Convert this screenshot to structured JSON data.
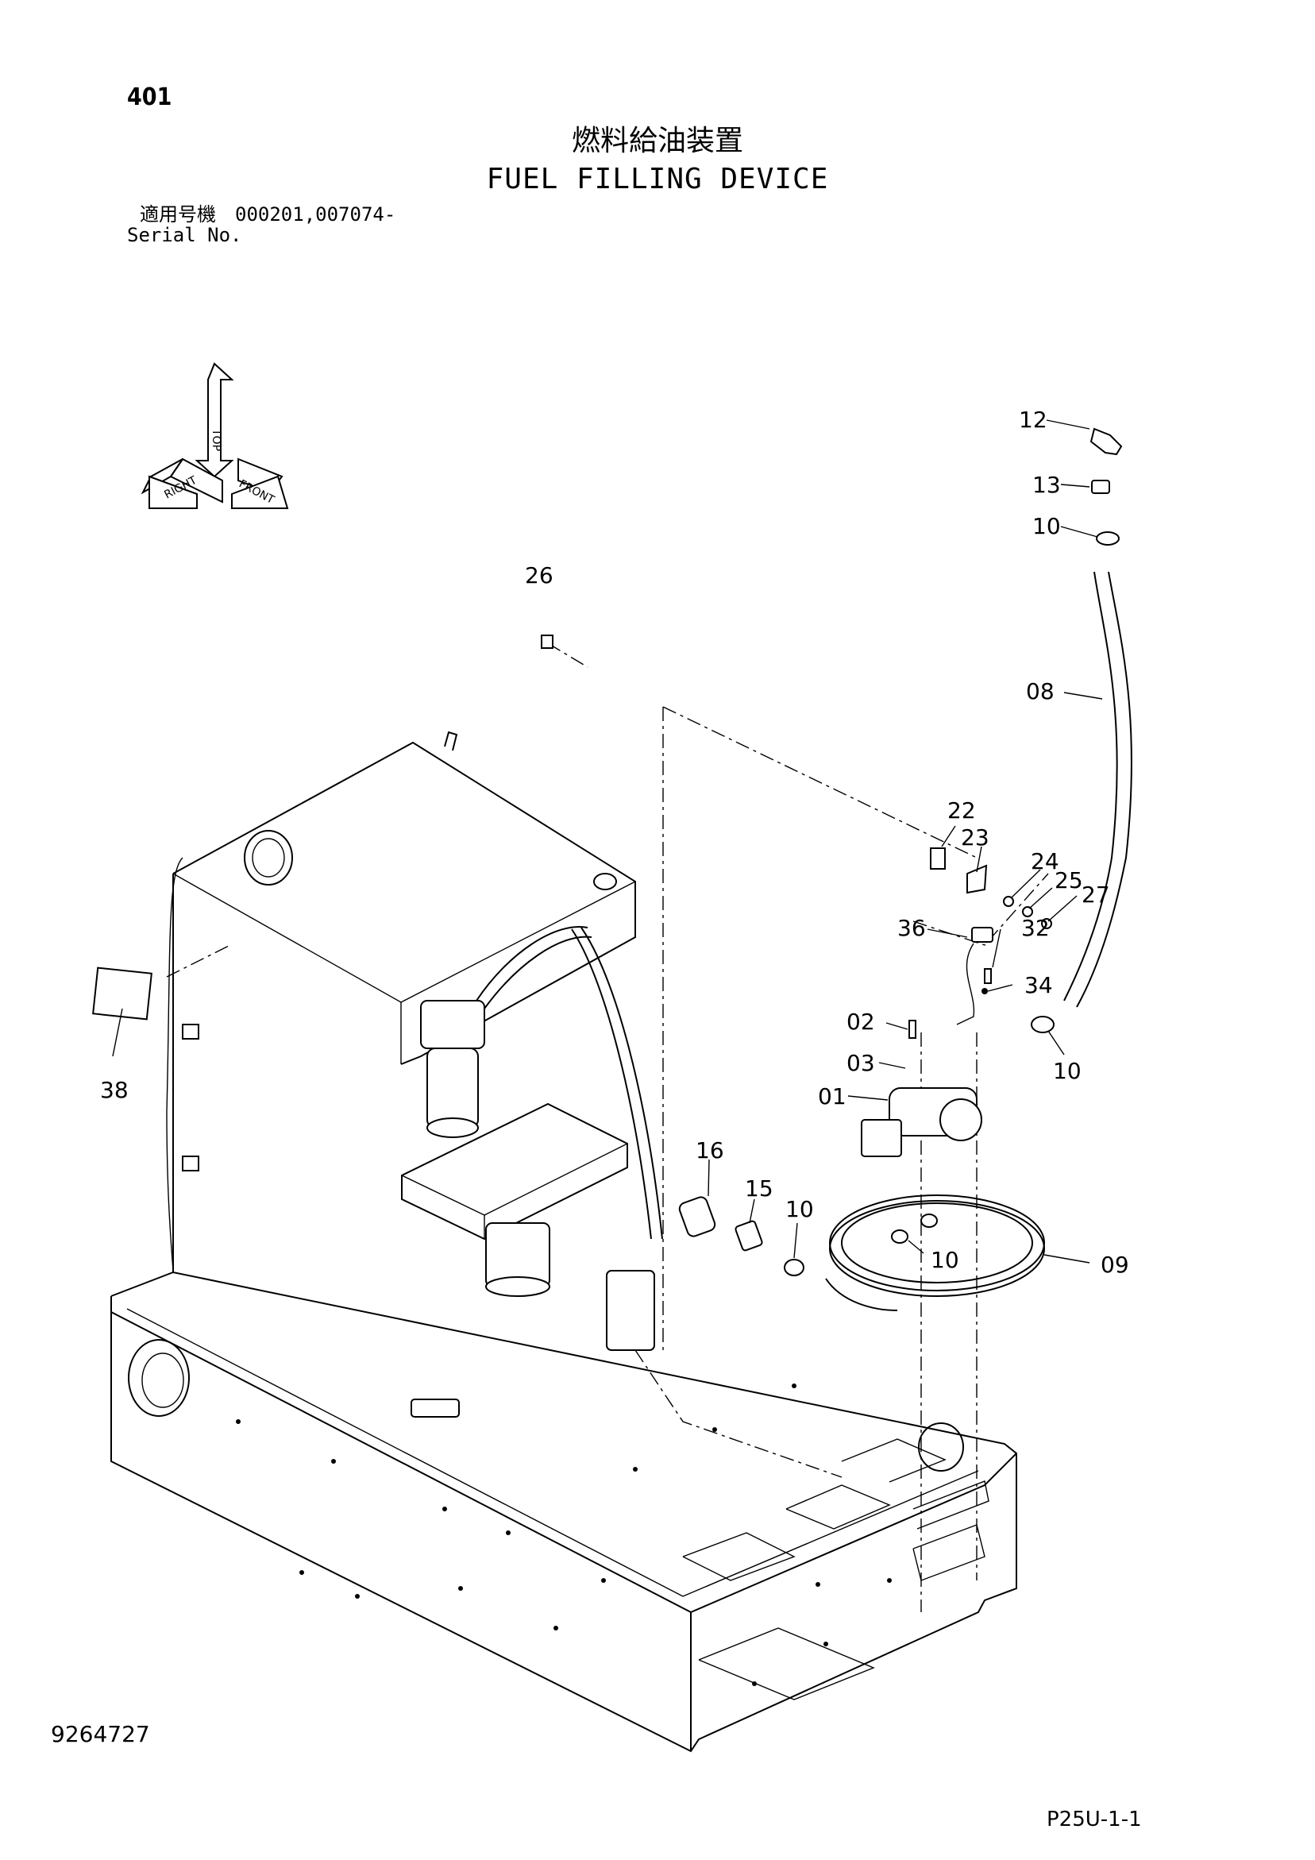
{
  "header": {
    "page_number": "401",
    "title_jp": "燃料給油装置",
    "title_en": "FUEL FILLING DEVICE",
    "serial_label_jp": "適用号機　000201,007074-",
    "serial_label_en": "Serial No."
  },
  "orientation_icon": {
    "labels": [
      "TOP",
      "FRONT",
      "RIGHT"
    ]
  },
  "callouts": [
    "12",
    "13",
    "10",
    "26",
    "08",
    "22",
    "23",
    "24",
    "25",
    "27",
    "36",
    "32",
    "34",
    "02",
    "10",
    "03",
    "01",
    "38",
    "16",
    "15",
    "10",
    "10",
    "09"
  ],
  "footer": {
    "document_id": "9264727",
    "sheet_code": "P25U-1-1"
  }
}
